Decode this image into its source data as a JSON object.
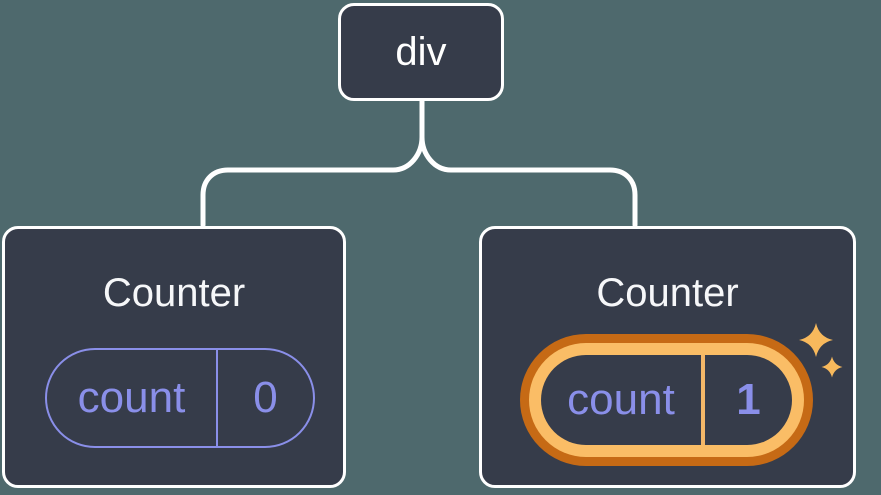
{
  "diagram": {
    "root": {
      "label": "div"
    },
    "children": [
      {
        "title": "Counter",
        "state": {
          "key": "count",
          "value": "0"
        },
        "highlighted": false
      },
      {
        "title": "Counter",
        "state": {
          "key": "count",
          "value": "1"
        },
        "highlighted": true
      }
    ]
  },
  "colors": {
    "background": "#4E696D",
    "node_fill": "#363C4A",
    "node_border": "#FFFFFF",
    "connector": "#FFFFFF",
    "state_text": "#8A8FE9",
    "pill_border": "#8A8FE9",
    "highlight_outer": "#C66A15",
    "highlight_inner": "#FABD66",
    "highlight_divider": "#F4B768",
    "sparkle": "#F8B95C",
    "title_text": "#F6F7F9"
  }
}
